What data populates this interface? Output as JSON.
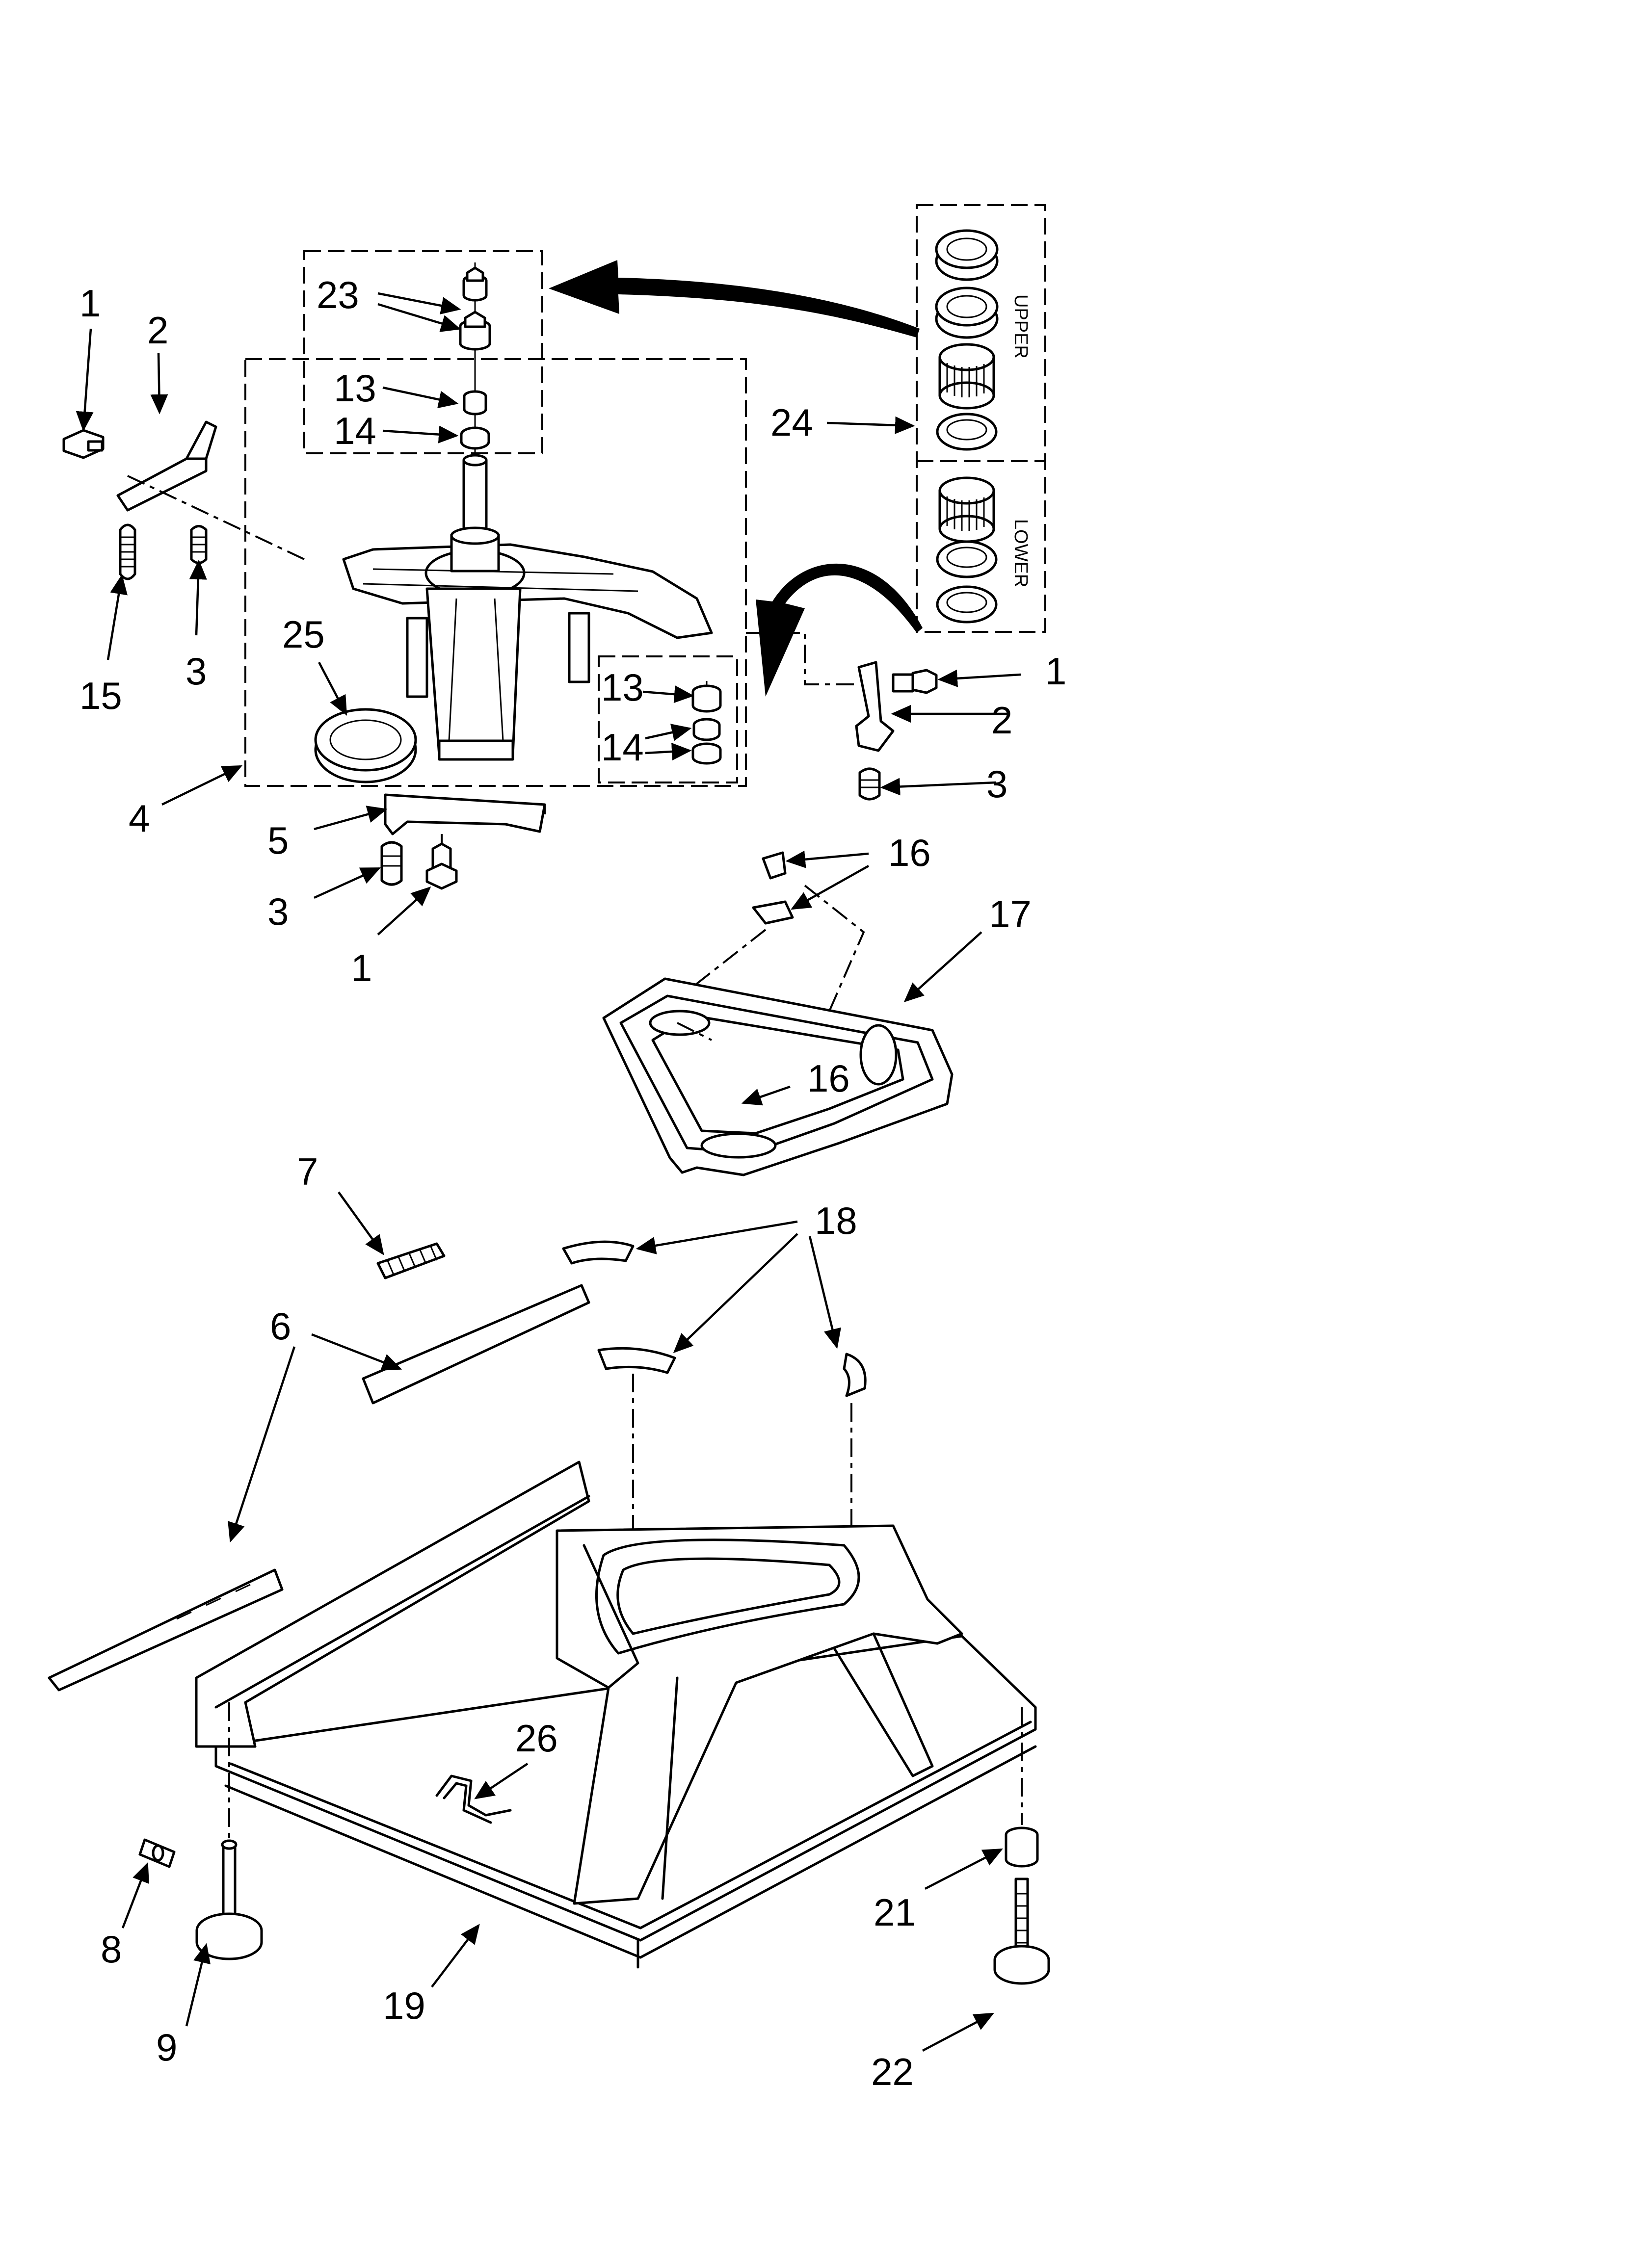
{
  "callouts": [
    {
      "id": "c1a",
      "text": "1"
    },
    {
      "id": "c2a",
      "text": "2"
    },
    {
      "id": "c23",
      "text": "23"
    },
    {
      "id": "c13a",
      "text": "13"
    },
    {
      "id": "c14a",
      "text": "14"
    },
    {
      "id": "c24",
      "text": "24"
    },
    {
      "id": "c15",
      "text": "15"
    },
    {
      "id": "c3a",
      "text": "3"
    },
    {
      "id": "c25",
      "text": "25"
    },
    {
      "id": "c13b",
      "text": "13"
    },
    {
      "id": "c14b",
      "text": "14"
    },
    {
      "id": "c1b",
      "text": "1"
    },
    {
      "id": "c2b",
      "text": "2"
    },
    {
      "id": "c3b",
      "text": "3"
    },
    {
      "id": "c4",
      "text": "4"
    },
    {
      "id": "c5",
      "text": "5"
    },
    {
      "id": "c3c",
      "text": "3"
    },
    {
      "id": "c1c",
      "text": "1"
    },
    {
      "id": "c16a",
      "text": "16"
    },
    {
      "id": "c17",
      "text": "17"
    },
    {
      "id": "c16b",
      "text": "16"
    },
    {
      "id": "c7",
      "text": "7"
    },
    {
      "id": "c18",
      "text": "18"
    },
    {
      "id": "c6",
      "text": "6"
    },
    {
      "id": "c26",
      "text": "26"
    },
    {
      "id": "c8",
      "text": "8"
    },
    {
      "id": "c9",
      "text": "9"
    },
    {
      "id": "c19",
      "text": "19"
    },
    {
      "id": "c21",
      "text": "21"
    },
    {
      "id": "c22",
      "text": "22"
    }
  ],
  "kit_labels": {
    "upper": "UPPER",
    "lower": "LOWER"
  }
}
